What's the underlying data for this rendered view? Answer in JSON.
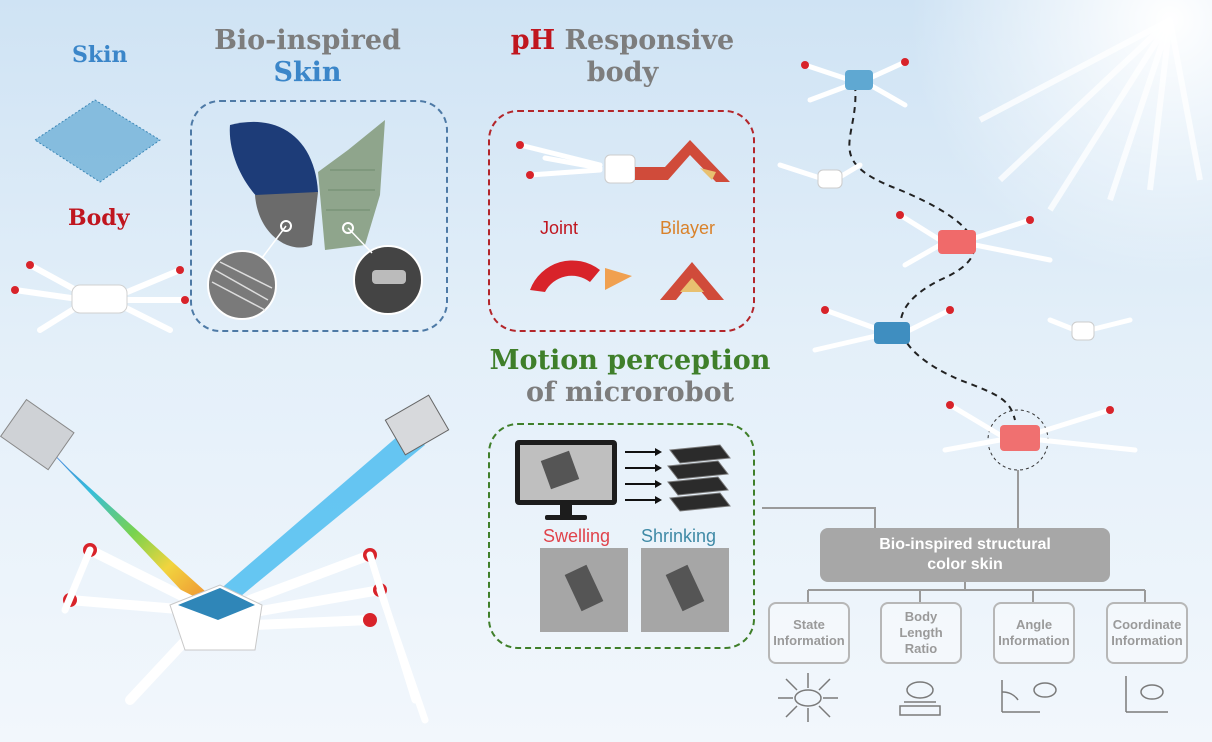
{
  "skin_panel": {
    "skin_label": "Skin",
    "body_label": "Body",
    "title_line1": "Bio-inspired",
    "title_line2": "Skin"
  },
  "ph_panel": {
    "title_ph": "pH",
    "title_rest": " Responsive",
    "title_line2": "body",
    "joint_label": "Joint",
    "bilayer_label": "Bilayer"
  },
  "motion_panel": {
    "title_line1": "Motion perception",
    "title_line2": "of microrobot",
    "swelling_label": "Swelling",
    "shrinking_label": "Shrinking"
  },
  "info_tree": {
    "root_line1": "Bio-inspired structural",
    "root_line2": "color skin",
    "items": [
      {
        "line1": "State",
        "line2": "Information",
        "line3": ""
      },
      {
        "line1": "Body",
        "line2": "Length",
        "line3": "Ratio"
      },
      {
        "line1": "Angle",
        "line2": "Information",
        "line3": ""
      },
      {
        "line1": "Coordinate",
        "line2": "Information",
        "line3": ""
      }
    ]
  },
  "colors": {
    "accent_red": "#c0161f",
    "accent_blue": "#3b86c9",
    "accent_green": "#3f7f2a",
    "title_gray": "#7d7d7d"
  }
}
